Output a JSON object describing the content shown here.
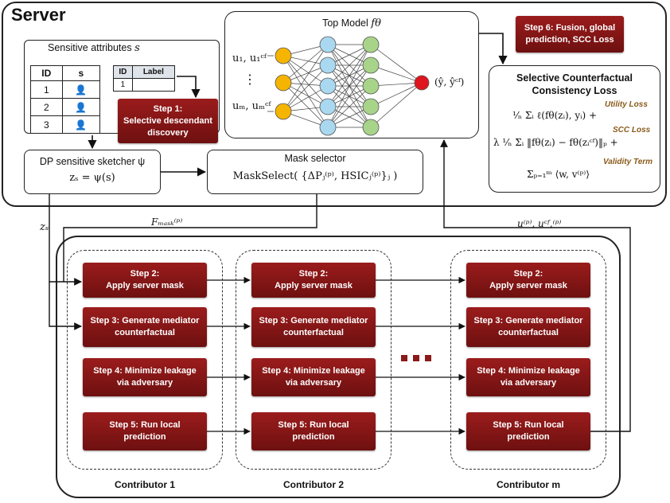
{
  "server": {
    "title": "Server",
    "top_model_label": "Top Model",
    "top_model_symbol": "fθ",
    "input_first": "u₁, u₁ᶜᶠ",
    "input_dots": "⋮",
    "input_last": "uₘ, uₘᶜᶠ",
    "output_label": "(ŷ, ŷᶜᶠ)",
    "sensitive_title": "Sensitive attributes",
    "sensitive_symbol": "s",
    "attr_table": {
      "headers": [
        "ID",
        "s"
      ],
      "rows": [
        "1",
        "2",
        "3"
      ]
    },
    "label_table": {
      "headers": [
        "ID",
        "Label"
      ],
      "row": "1"
    },
    "step1": "Step 1:\nSelective descendant\ndiscovery",
    "step6": "Step 6: Fusion, global\nprediction, SCC Loss",
    "dp_title": "DP sensitive sketcher ψ",
    "dp_formula": "zₛ = ψ(s)",
    "mask_title": "Mask selector",
    "mask_formula": "MaskSelect( {ΔPⱼ⁽ᵖ⁾, HSICⱼ⁽ᵖ⁾}ⱼ )",
    "scc_title": "Selective Counterfactual\nConsistency Loss",
    "utility_tag": "Utility Loss",
    "utility_formula": "¹⁄ₙ Σᵢ ℓ(fθ(zᵢ), yᵢ) +",
    "scc_tag": "SCC Loss",
    "scc_formula": "λ ¹⁄ₙ Σᵢ ‖fθ(zᵢ) − fθ(zᵢᶜᶠ)‖ₚ +",
    "validity_tag": "Validity Term",
    "validity_formula": "Σₚ₌₁ᵐ ⟨w, v⁽ᵖ⁾⟩"
  },
  "edges": {
    "zs": "zₛ",
    "fmask": "Fₘₐₛₖ⁽ᵖ⁾",
    "u_label": "u⁽ᵖ⁾, uᶜᶠ,⁽ᵖ⁾"
  },
  "contributors": [
    {
      "name": "Contributor  1",
      "step2": "Step 2:\nApply server mask",
      "step3": "Step 3: Generate mediator\ncounterfactual",
      "step4": "Step 4: Minimize leakage\nvia adversary",
      "step5": "Step 5: Run local\nprediction"
    },
    {
      "name": "Contributor  2",
      "step2": "Step 2:\nApply server mask",
      "step3": "Step 3: Generate mediator\ncounterfactual",
      "step4": "Step 4: Minimize leakage\nvia adversary",
      "step5": "Step 5: Run local\nprediction"
    },
    {
      "name": "Contributor  m",
      "step2": "Step 2:\nApply server mask",
      "step3": "Step 3: Generate mediator\ncounterfactual",
      "step4": "Step 4: Minimize leakage\nvia adversary",
      "step5": "Step 5: Run local\nprediction"
    }
  ],
  "colors": {
    "step_red": "#8b1a1a",
    "node_yellow": "#f5b400",
    "node_blue": "#a9d8f0",
    "node_green": "#a8d48a",
    "node_red": "#e0141e",
    "loss_tag": "#8a5a1a"
  }
}
